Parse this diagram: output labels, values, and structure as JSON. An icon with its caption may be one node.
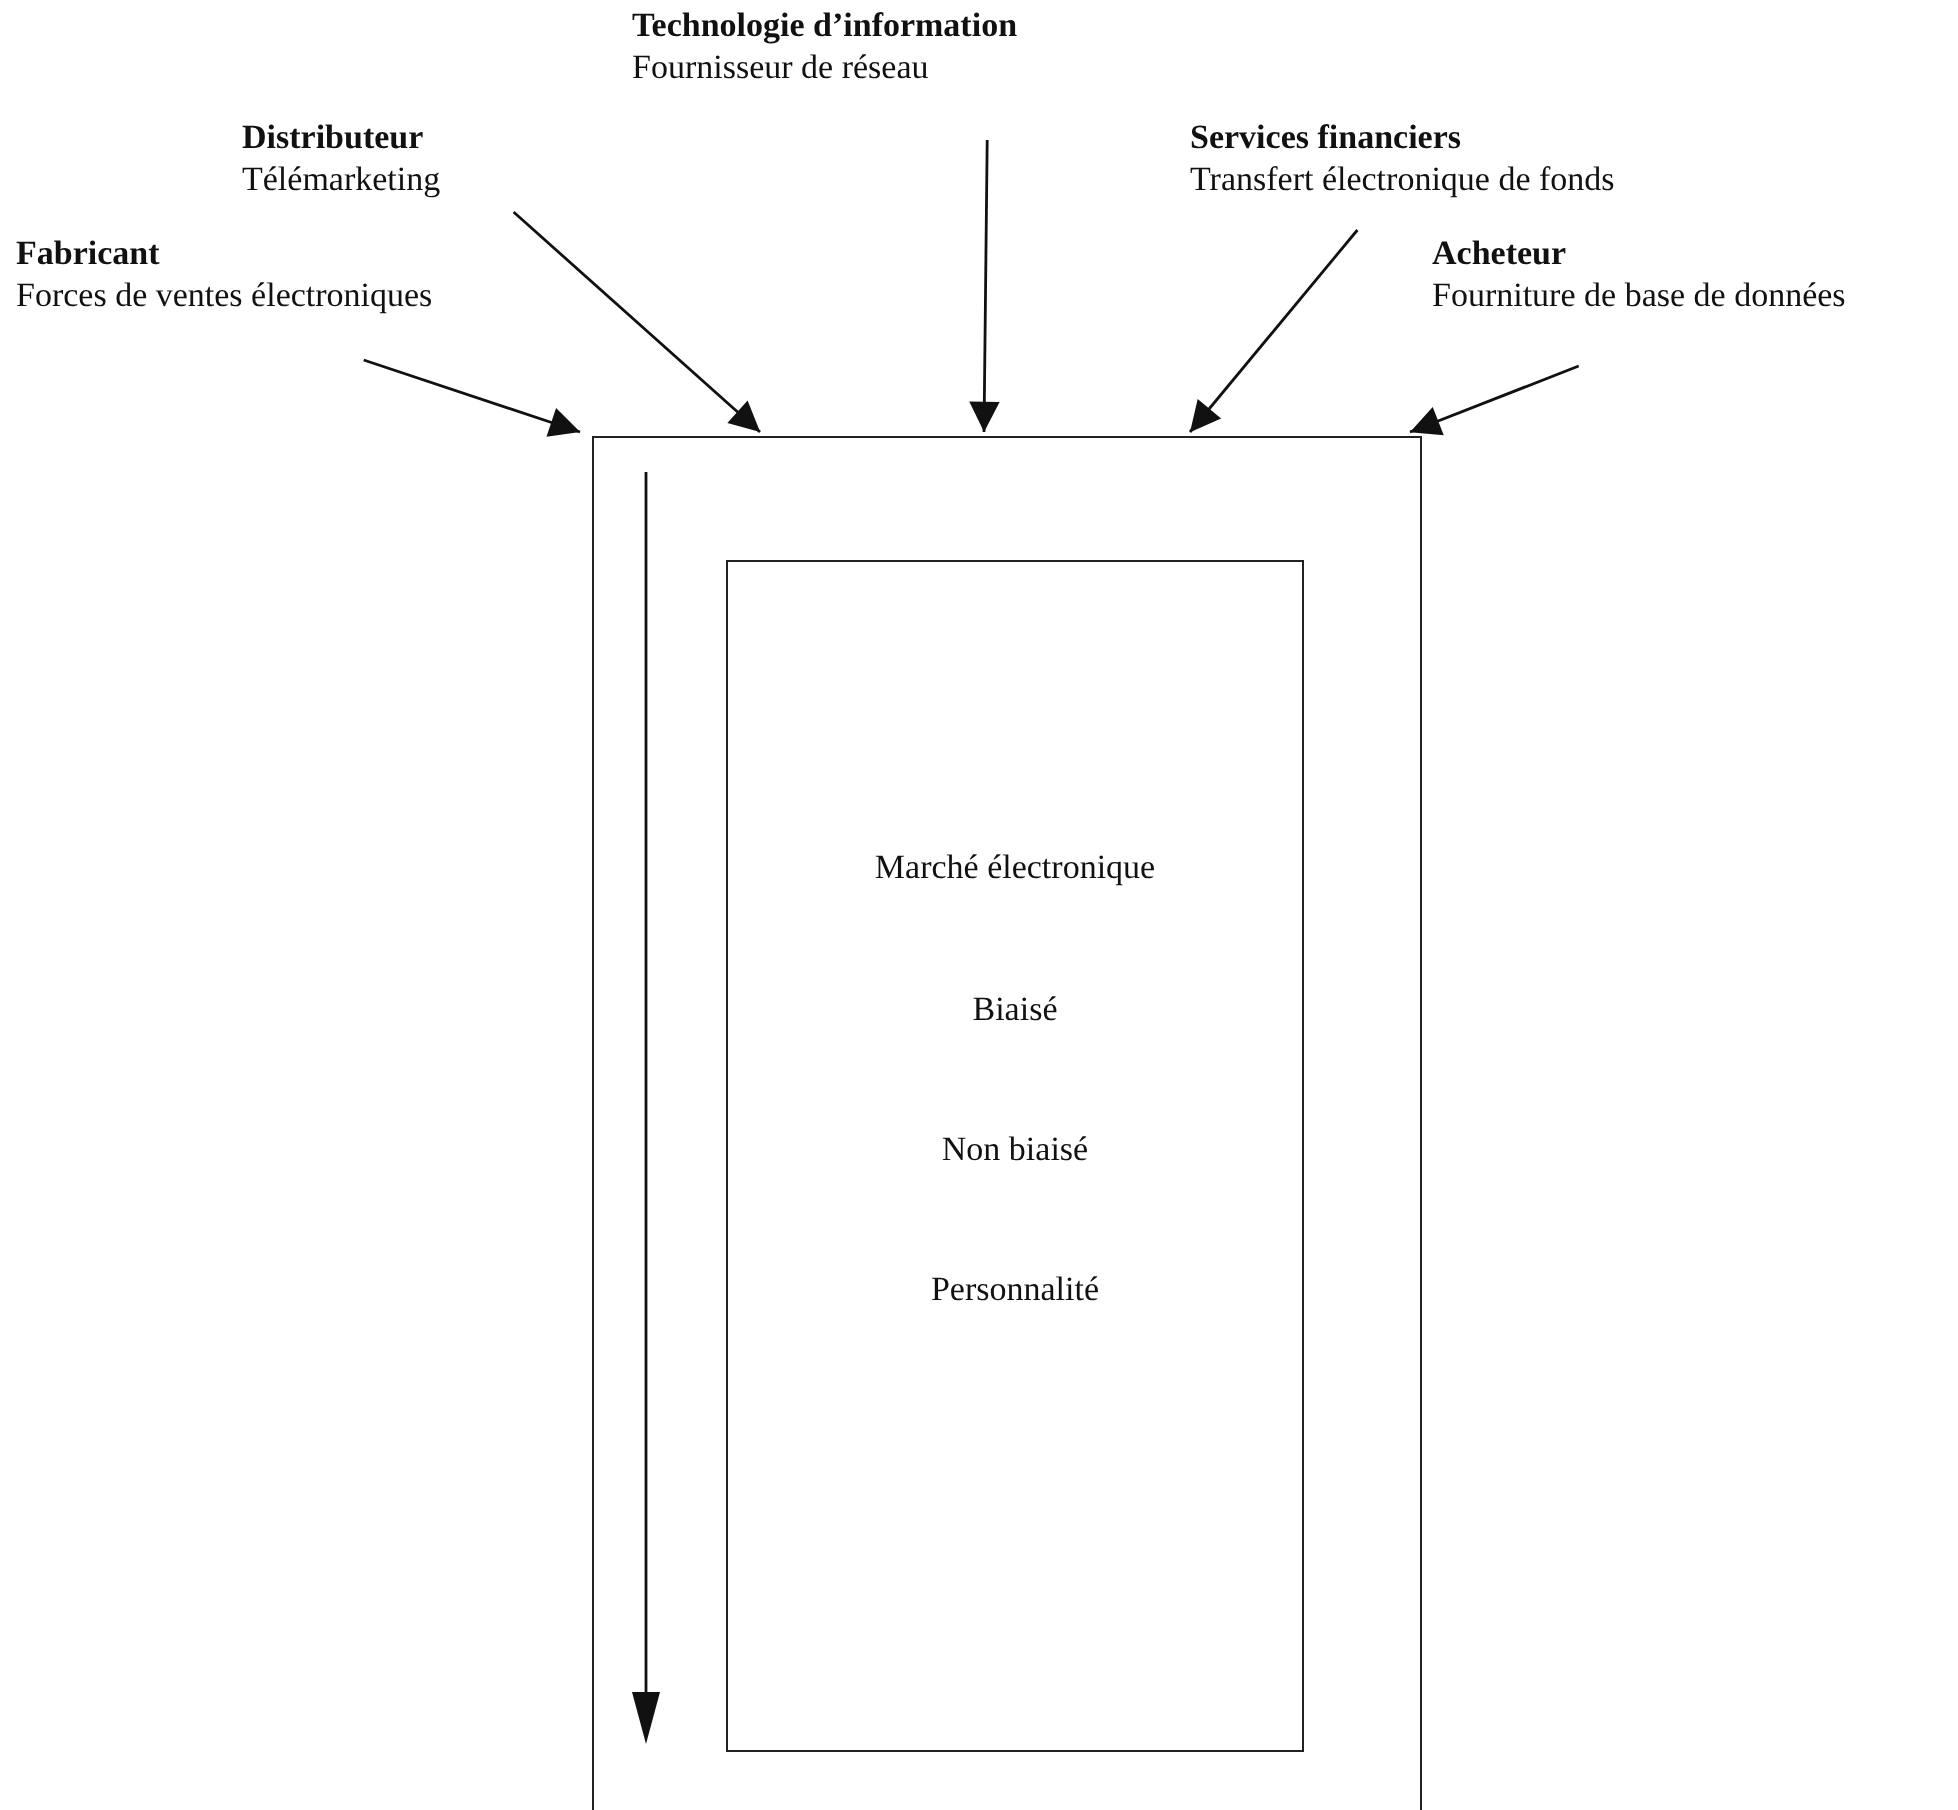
{
  "diagram": {
    "nodes": [
      {
        "text": [
          "Fabricant",
          "Forces de ventes électroniques"
        ]
      },
      {
        "text": [
          "Distributeur",
          "Télémarketing"
        ]
      },
      {
        "text": [
          "Technologie d’information",
          "Fournisseur de réseau"
        ]
      },
      {
        "text": [
          "Services financiers",
          "Transfert électronique de fonds"
        ]
      },
      {
        "text": [
          "Acheteur",
          "Fourniture de base de données"
        ]
      },
      {
        "text": [],
        "shape": "box"
      },
      {
        "text": [
          "Marché électronique",
          "Biaisé",
          "Non biaisé",
          "Personnalité"
        ],
        "in": 5
      }
    ],
    "edges": [
      {
        "from": 0,
        "to": 5,
        "arrow": "to"
      },
      {
        "from": 1,
        "to": 5,
        "arrow": "to"
      },
      {
        "from": 2,
        "to": 5,
        "arrow": "to"
      },
      {
        "from": 3,
        "to": 5,
        "arrow": "to"
      },
      {
        "from": 4,
        "to": 5,
        "arrow": "to"
      }
    ]
  }
}
